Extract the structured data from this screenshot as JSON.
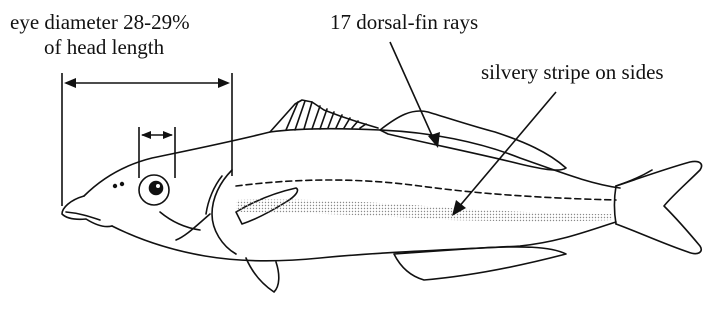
{
  "annotations": {
    "eye_line1": "eye diameter 28-29%",
    "eye_line2": "of head length",
    "dorsal": "17 dorsal-fin rays",
    "stripe": "silvery stripe on sides"
  },
  "colors": {
    "ink": "#111111",
    "stipple": "#8a8a8a",
    "background": "#ffffff"
  }
}
